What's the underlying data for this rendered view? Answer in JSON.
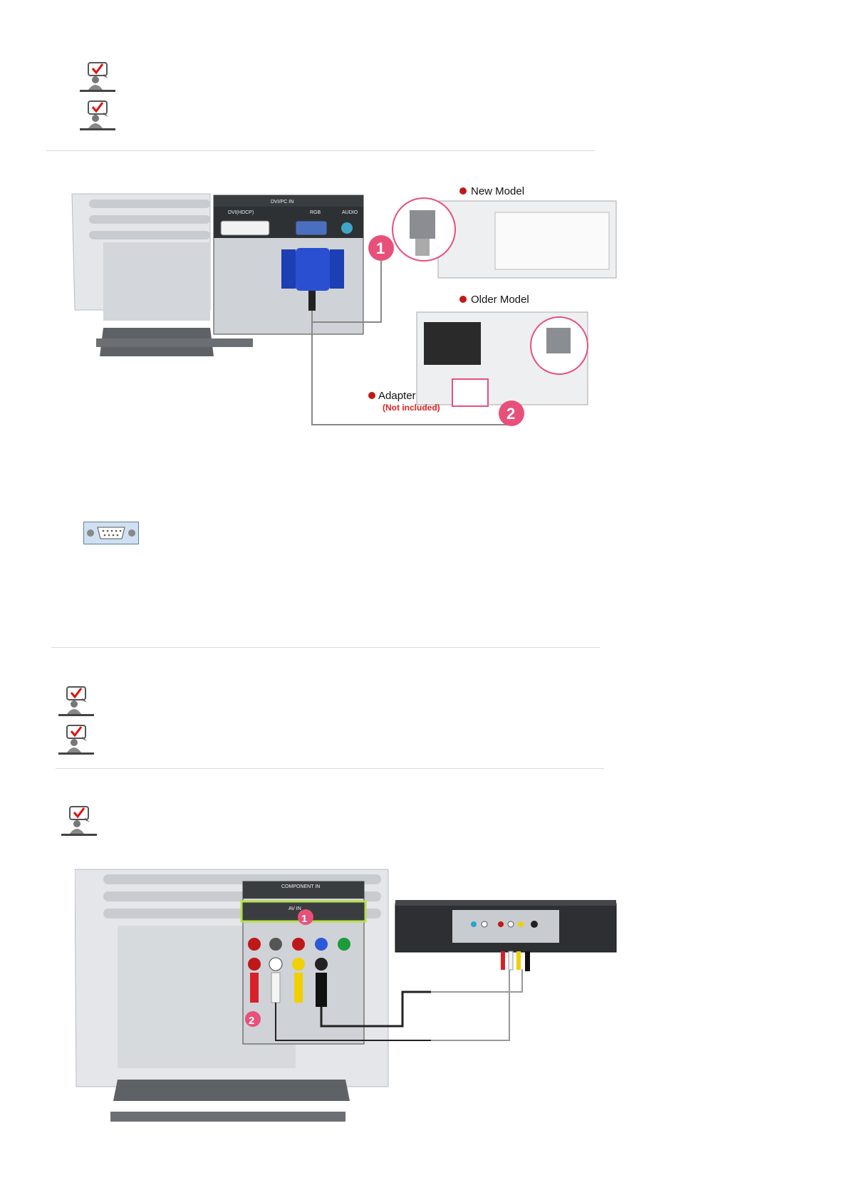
{
  "diagram1": {
    "panel_title": "DVI/PC IN",
    "port_dvi": "DVI(HDCP)",
    "port_rgb": "RGB",
    "port_audio": "AUDIO",
    "new_model": "New Model",
    "older_model": "Older Model",
    "adapter": "Adapter",
    "adapter_note": "(Not included)",
    "step1": "1",
    "step2": "2"
  },
  "diagram2": {
    "panel_component": "COMPONENT IN",
    "panel_av": "AV IN",
    "step1": "1",
    "step2": "2"
  },
  "colors": {
    "badge": "#e8507a",
    "rule": "#d9d9d9",
    "cable_red": "#d8202a",
    "cable_yellow": "#f0d000",
    "highlight": "#b8e04a"
  }
}
